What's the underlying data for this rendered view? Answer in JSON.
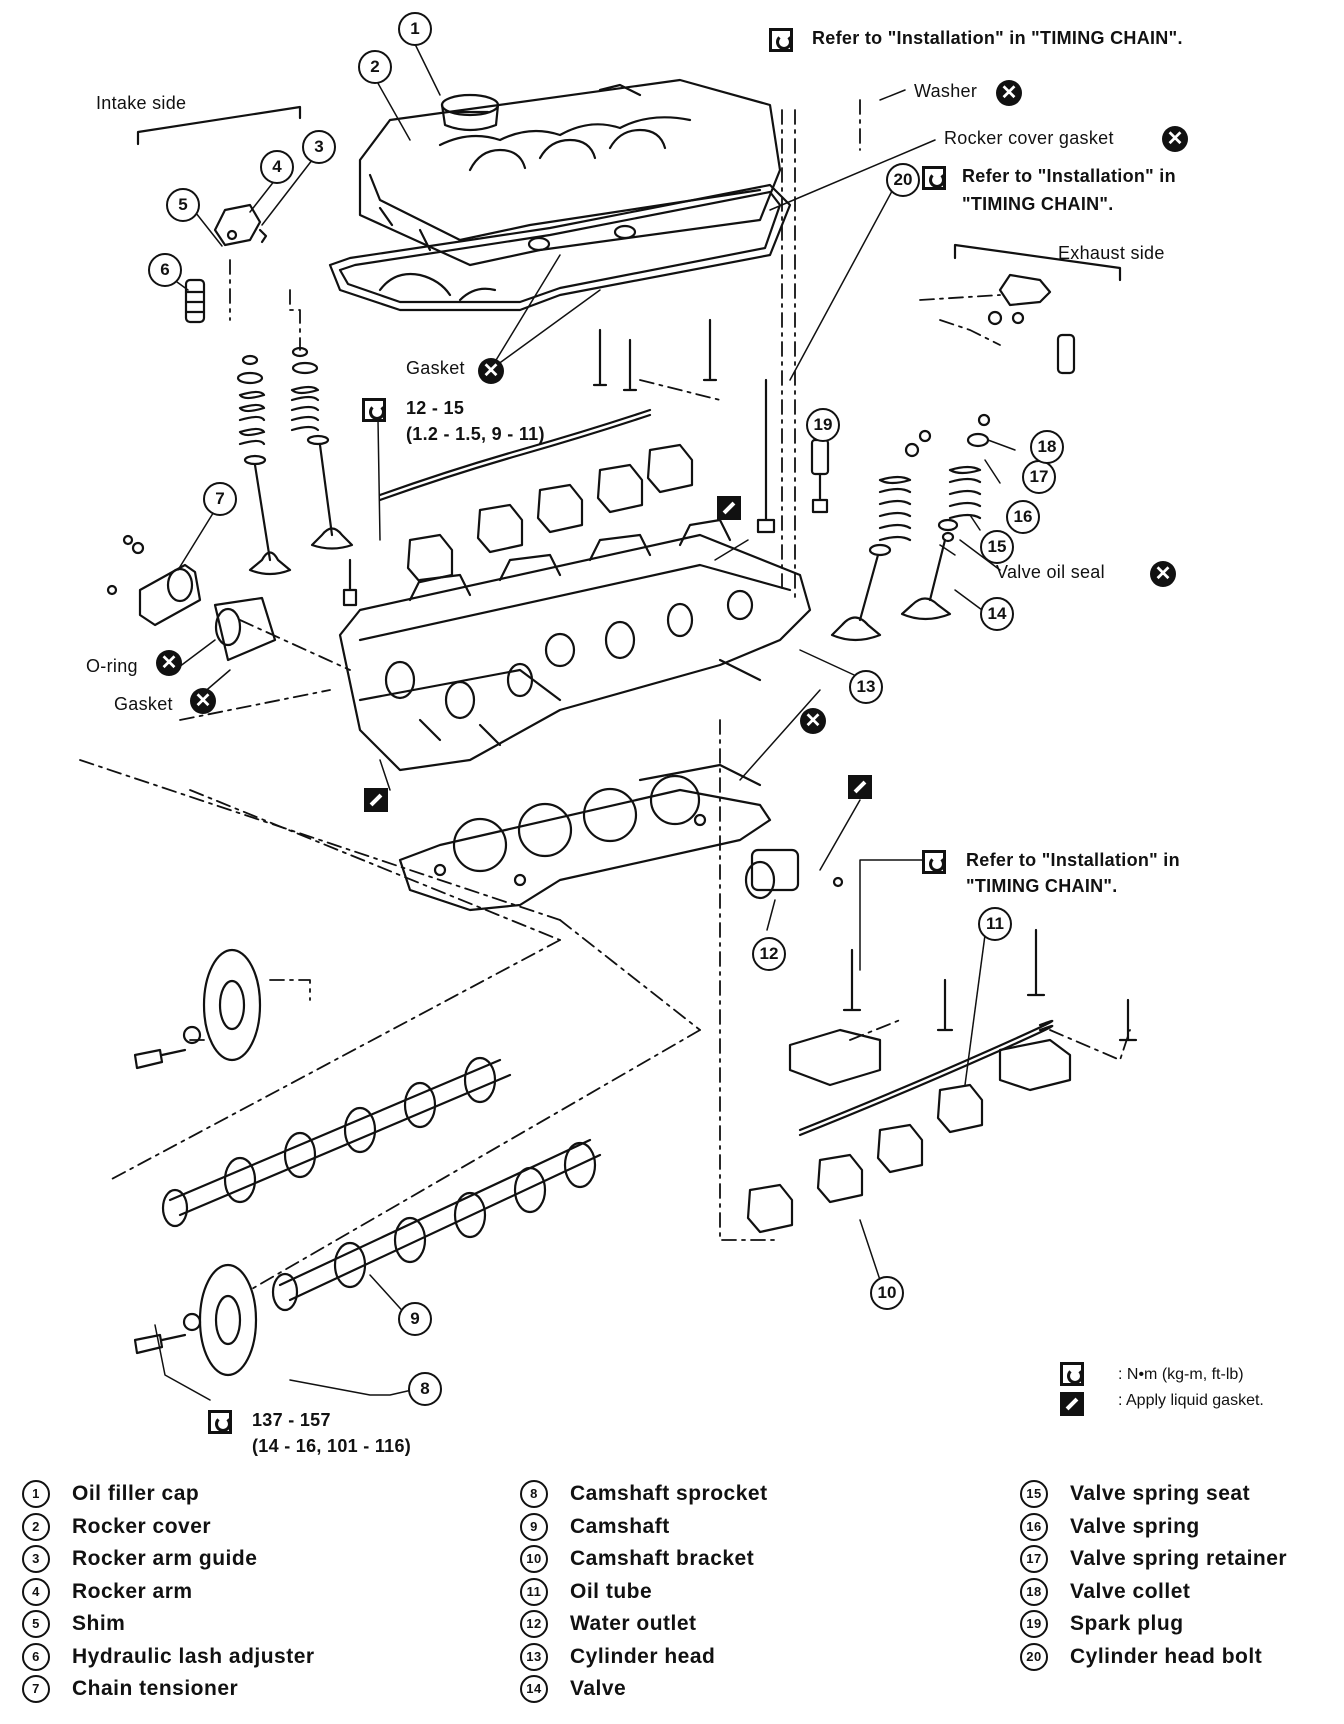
{
  "labels": {
    "refer_timing_chain_top": "Refer to \"Installation\" in \"TIMING CHAIN\".",
    "washer": "Washer",
    "rocker_cover_gasket": "Rocker cover gasket",
    "refer_20_line1": "Refer to \"Installation\" in",
    "refer_20_line2": "\"TIMING CHAIN\".",
    "intake_side": "Intake side",
    "exhaust_side": "Exhaust side",
    "gasket_top": "Gasket",
    "torque_1_line1": "12 - 15",
    "torque_1_line2": "(1.2 - 1.5, 9 - 11)",
    "valve_oil_seal": "Valve oil seal",
    "o_ring": "O-ring",
    "gasket_left": "Gasket",
    "refer_bottom_line1": "Refer to \"Installation\" in",
    "refer_bottom_line2": "\"TIMING CHAIN\".",
    "torque_2_line1": "137 - 157",
    "torque_2_line2": "(14 - 16, 101 - 116)"
  },
  "callouts": [
    "1",
    "2",
    "3",
    "4",
    "5",
    "6",
    "7",
    "8",
    "9",
    "10",
    "11",
    "12",
    "13",
    "14",
    "15",
    "16",
    "17",
    "18",
    "19",
    "20"
  ],
  "key": {
    "torque_unit": ": N•m (kg-m, ft-lb)",
    "liquid_gasket": ": Apply liquid gasket."
  },
  "legend": [
    {
      "num": "1",
      "name": "Oil filler cap"
    },
    {
      "num": "2",
      "name": "Rocker cover"
    },
    {
      "num": "3",
      "name": "Rocker arm guide"
    },
    {
      "num": "4",
      "name": "Rocker arm"
    },
    {
      "num": "5",
      "name": "Shim"
    },
    {
      "num": "6",
      "name": "Hydraulic lash adjuster"
    },
    {
      "num": "7",
      "name": "Chain tensioner"
    },
    {
      "num": "8",
      "name": "Camshaft sprocket"
    },
    {
      "num": "9",
      "name": "Camshaft"
    },
    {
      "num": "10",
      "name": "Camshaft bracket"
    },
    {
      "num": "11",
      "name": "Oil tube"
    },
    {
      "num": "12",
      "name": "Water outlet"
    },
    {
      "num": "13",
      "name": "Cylinder head"
    },
    {
      "num": "14",
      "name": "Valve"
    },
    {
      "num": "15",
      "name": "Valve spring seat"
    },
    {
      "num": "16",
      "name": "Valve spring"
    },
    {
      "num": "17",
      "name": "Valve spring retainer"
    },
    {
      "num": "18",
      "name": "Valve collet"
    },
    {
      "num": "19",
      "name": "Spark plug"
    },
    {
      "num": "20",
      "name": "Cylinder head bolt"
    }
  ]
}
